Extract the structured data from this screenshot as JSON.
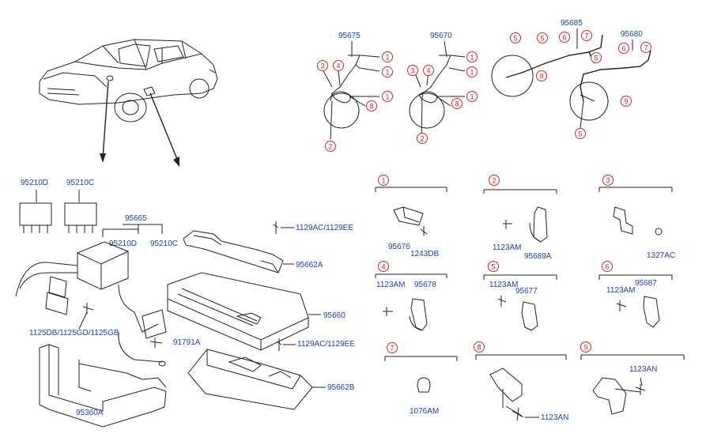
{
  "colors": {
    "part_number": "#1a3fc4",
    "callout": "#e0242a",
    "line": "#222222"
  },
  "top_callouts": {
    "group_a_part": "95675",
    "group_b_part": "95670",
    "group_c_part": "95685",
    "group_d_part": "95680"
  },
  "left_parts": {
    "relay_d": "95210D",
    "relay_c": "95210C",
    "module": "95665",
    "module_relay_d": "95210D",
    "module_relay_c": "95210C",
    "bolts": "1125DB/1125GD/1125GB",
    "ground": "91791A",
    "bracket": "95360A"
  },
  "center_parts": {
    "bolt_top": "1129AC/1129EE",
    "bracket_top": "95662A",
    "control_unit": "95660",
    "bolt_mid": "1129AC/1129EE",
    "bracket_bottom": "95662B"
  },
  "detail_boxes": [
    {
      "num": "1",
      "parts": [
        "95676",
        "1243DB"
      ]
    },
    {
      "num": "2",
      "parts": [
        "1123AM",
        "95689A"
      ]
    },
    {
      "num": "3",
      "parts": [
        "1327AC"
      ]
    },
    {
      "num": "4",
      "parts": [
        "1123AM",
        "95678"
      ]
    },
    {
      "num": "5",
      "parts": [
        "1123AM",
        "95677"
      ]
    },
    {
      "num": "6",
      "parts": [
        "1123AM",
        "95687"
      ]
    },
    {
      "num": "7",
      "parts": [
        "1076AM"
      ]
    },
    {
      "num": "8",
      "parts": [
        "1123AN"
      ]
    },
    {
      "num": "9",
      "parts": [
        "1123AN"
      ]
    }
  ]
}
